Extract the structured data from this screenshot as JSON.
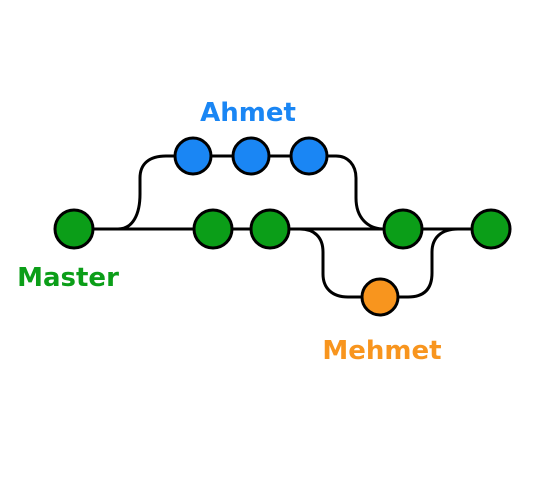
{
  "colors": {
    "master": "#0b9e18",
    "ahmet": "#1a86f4",
    "mehmet": "#f8951e",
    "line": "#000000"
  },
  "branches": {
    "ahmet": {
      "label": "Ahmet"
    },
    "master": {
      "label": "Master"
    },
    "mehmet": {
      "label": "Mehmet"
    }
  }
}
